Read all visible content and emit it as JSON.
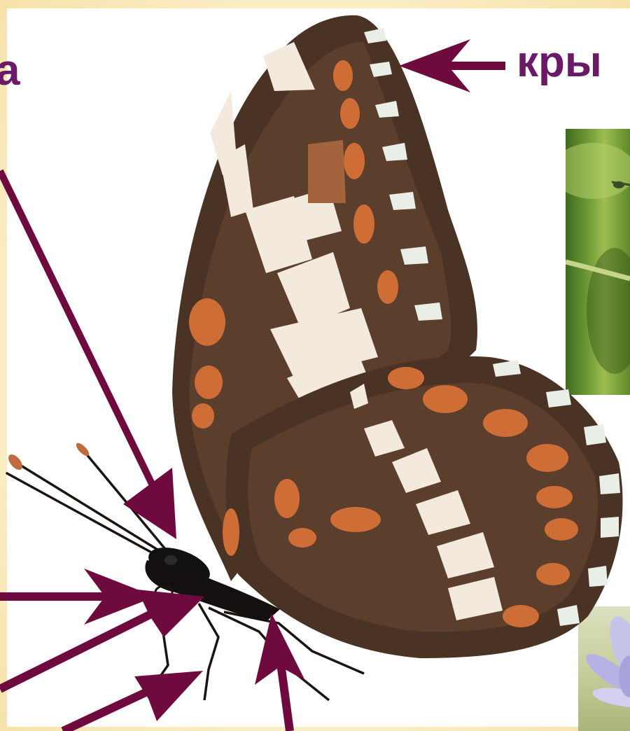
{
  "labels": {
    "left_partial": "а",
    "wing_partial": "кры"
  },
  "colors": {
    "label_text": "#6a1a66",
    "arrow": "#6e0a3e",
    "wing_brown": "#4a3325",
    "wing_orange": "#cf6d36",
    "wing_cream": "#f3e9dc",
    "slide_background": "#fdf3cf"
  },
  "icons": {
    "photo_top_right": "grass-stem-photo",
    "photo_bottom_right": "flower-photo"
  }
}
